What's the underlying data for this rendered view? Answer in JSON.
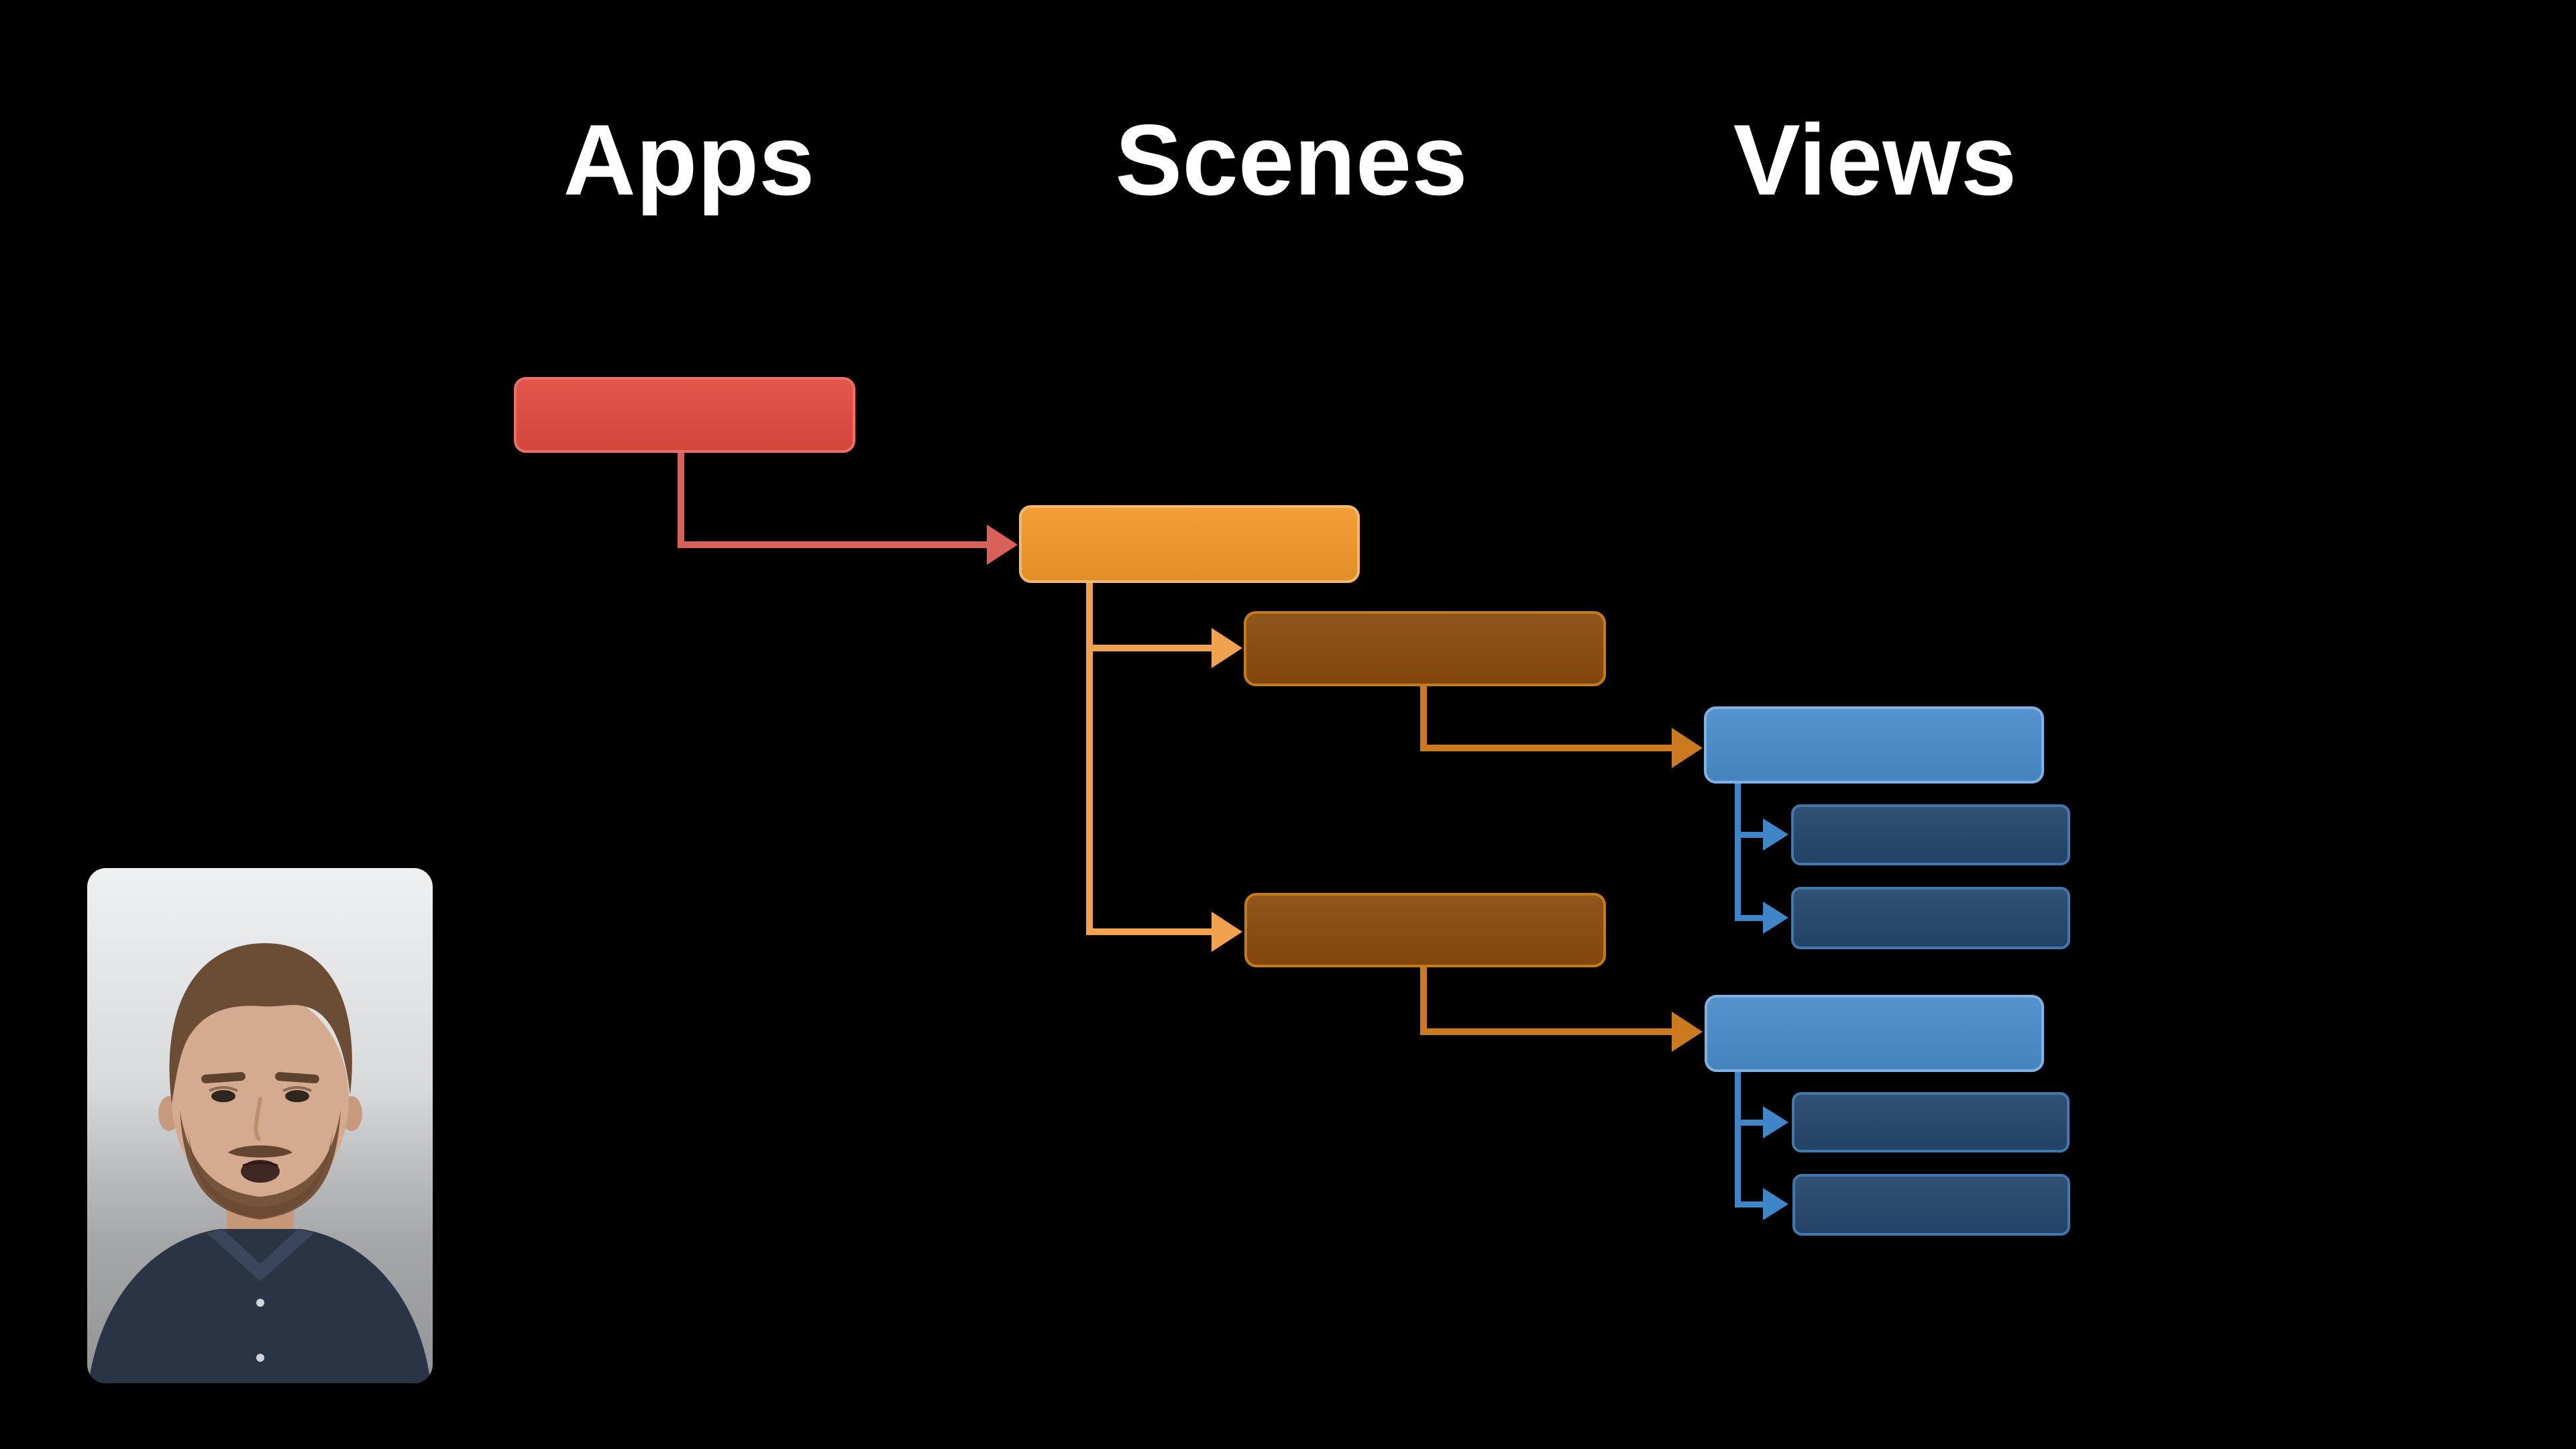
{
  "headers": {
    "apps": "Apps",
    "scenes": "Scenes",
    "views": "Views"
  },
  "colors": {
    "background": "#000000",
    "header_text": "#FFFFFF",
    "app_fill": "#E04B41",
    "app_border": "#EB6F64",
    "app_connector": "#D96159",
    "scene_fill": "#F0982C",
    "scene_border": "#F6B96B",
    "scene_connector": "#F0A24E",
    "scene_secondary_fill": "#8A4B0D",
    "scene_secondary_border": "#C47C1B",
    "scene_secondary_connector": "#CC7A1F",
    "view_fill": "#4A8CCB",
    "view_border": "#7FB2DF",
    "view_connector": "#3E86C8",
    "view_secondary_fill": "#24476B",
    "view_secondary_border": "#4079AE"
  },
  "diagram": {
    "type": "tree",
    "columns": [
      "Apps",
      "Scenes",
      "Views"
    ],
    "nodes": [
      {
        "id": "app-1",
        "column": "Apps",
        "parent": null,
        "color_role": "app"
      },
      {
        "id": "scene-1",
        "column": "Scenes",
        "parent": "app-1",
        "color_role": "scene"
      },
      {
        "id": "scene-1a",
        "column": "Scenes",
        "parent": "scene-1",
        "color_role": "scene_secondary"
      },
      {
        "id": "scene-1b",
        "column": "Scenes",
        "parent": "scene-1",
        "color_role": "scene_secondary"
      },
      {
        "id": "view-1",
        "column": "Views",
        "parent": "scene-1a",
        "color_role": "view"
      },
      {
        "id": "view-1a",
        "column": "Views",
        "parent": "view-1",
        "color_role": "view_secondary"
      },
      {
        "id": "view-1b",
        "column": "Views",
        "parent": "view-1",
        "color_role": "view_secondary"
      },
      {
        "id": "view-2",
        "column": "Views",
        "parent": "scene-1b",
        "color_role": "view"
      },
      {
        "id": "view-2a",
        "column": "Views",
        "parent": "view-2",
        "color_role": "view_secondary"
      },
      {
        "id": "view-2b",
        "column": "Views",
        "parent": "view-2",
        "color_role": "view_secondary"
      }
    ]
  },
  "speaker_video": {
    "colors": {
      "background_top": "#EEF0F2",
      "background_bottom": "#939496",
      "shirt": "#2B3445",
      "collar": "#39465C",
      "hair": "#6B4C34",
      "beard": "#75543B",
      "skin": "#D4AA90"
    }
  }
}
